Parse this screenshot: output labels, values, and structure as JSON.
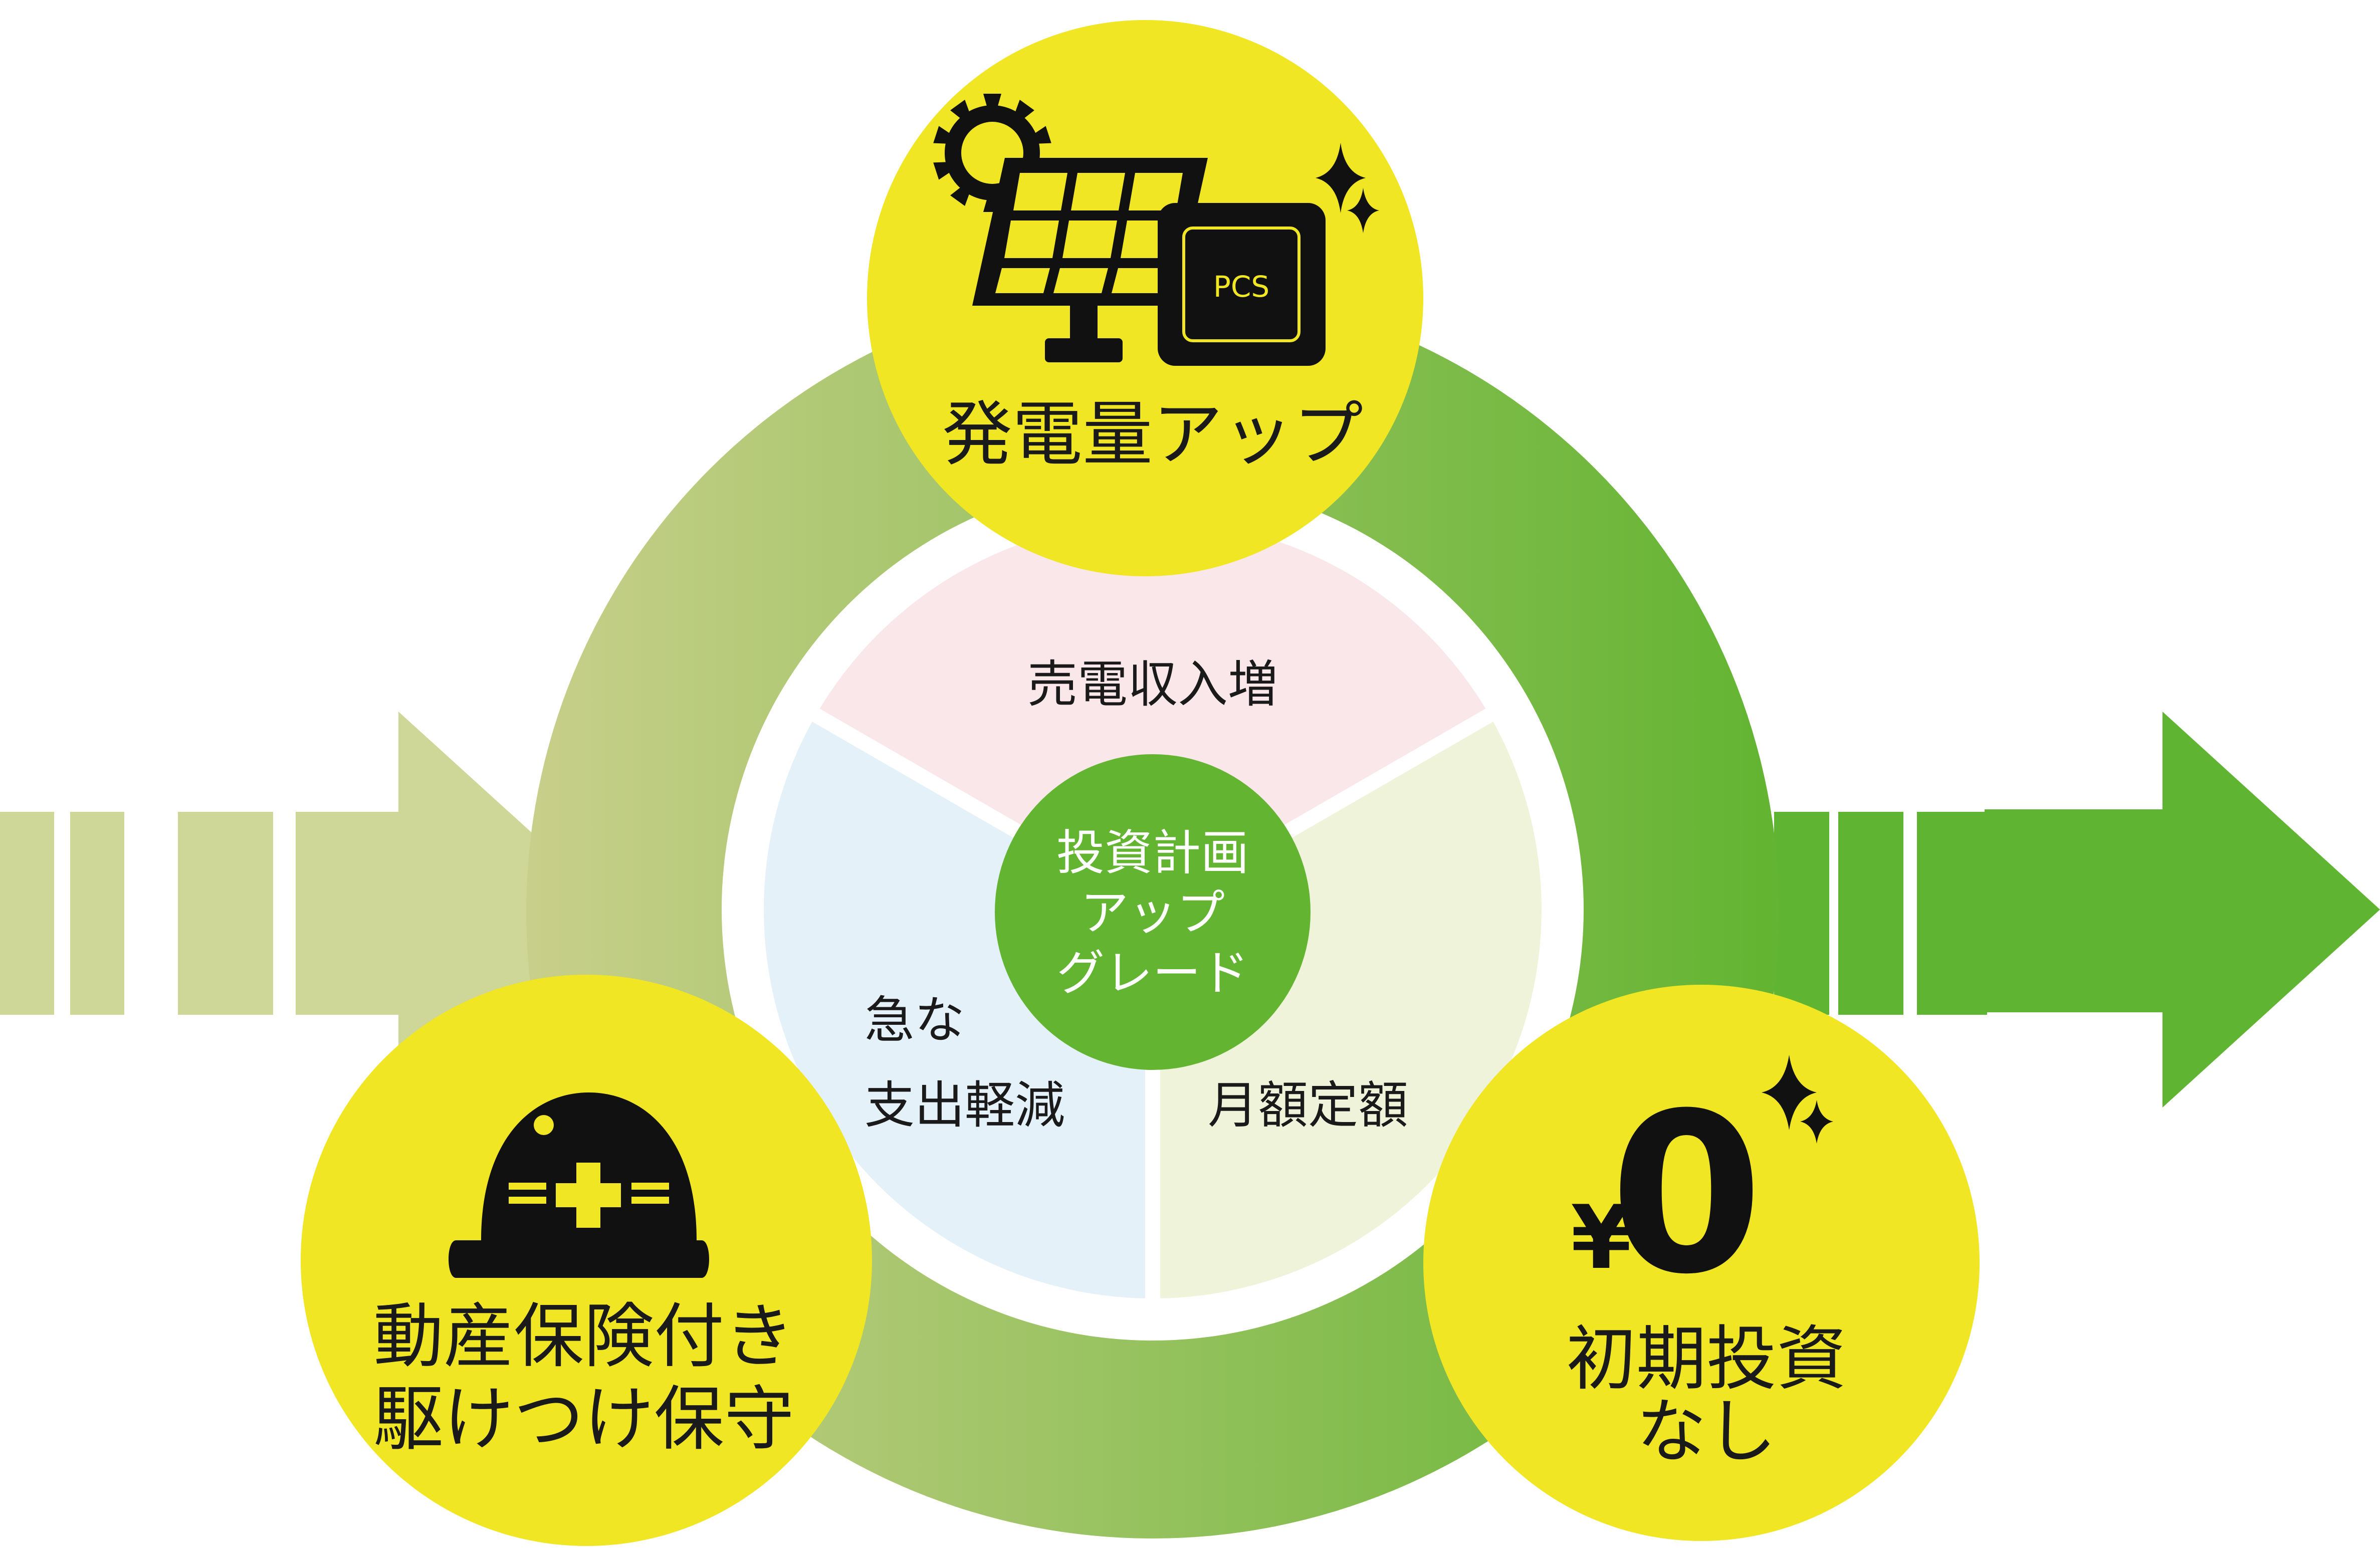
{
  "colors": {
    "ring_light": "#c8cf8a",
    "ring_dark": "#62b431",
    "arrow_left": "#cfd798",
    "arrow_right": "#5fb531",
    "bubble_yellow": "#f0e623",
    "hub_green": "#62b431",
    "sector_pink": "#fae7ea",
    "sector_cream": "#eff3d9",
    "sector_blue": "#e4f1f8",
    "icon_black": "#111111"
  },
  "hub": {
    "lines": [
      "投資計画",
      "アップ",
      "グレード"
    ]
  },
  "sectors": {
    "top": {
      "lines": [
        "売電収入増"
      ]
    },
    "left": {
      "lines": [
        "急な",
        "支出軽減"
      ]
    },
    "right": {
      "lines": [
        "月額定額"
      ]
    }
  },
  "bubbles": {
    "top": {
      "icon": "solar-panel-pcs-icon",
      "icon_label": "PCS",
      "lines": [
        "発電量アップ"
      ]
    },
    "left": {
      "icon": "safety-helmet-icon",
      "lines": [
        "動産保険付き",
        "駆けつけ保守"
      ]
    },
    "right": {
      "icon": "yen-zero-icon",
      "icon_label_yen": "¥",
      "icon_label_zero": "0",
      "lines": [
        "初期投資",
        "なし"
      ]
    }
  }
}
